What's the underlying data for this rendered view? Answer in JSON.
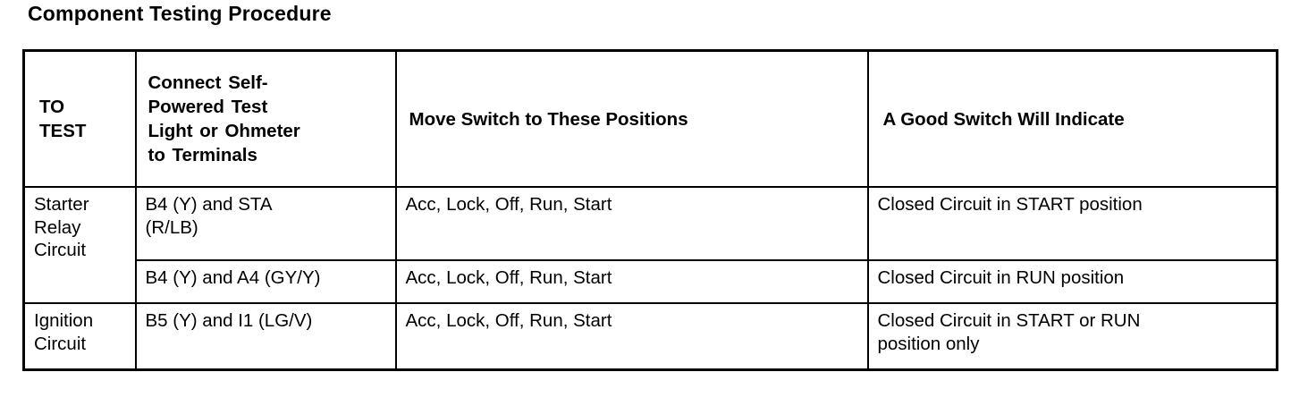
{
  "document": {
    "title": "Component Testing Procedure"
  },
  "table": {
    "headers": [
      "TO\nTEST",
      "Connect Self-\nPowered Test\nLight or Ohmeter\nto Terminals",
      "Move Switch to These Positions",
      "A Good Switch Will Indicate"
    ],
    "rows": [
      {
        "to_test": "Starter\nRelay\nCircuit",
        "to_test_rowspan": 2,
        "terminals": "B4 (Y) and STA\n(R/LB)",
        "positions": "Acc, Lock, Off, Run, Start",
        "indicates": "Closed Circuit in START position"
      },
      {
        "to_test": null,
        "terminals": "B4 (Y) and A4 (GY/Y)",
        "positions": "Acc, Lock, Off, Run, Start",
        "indicates": "Closed Circuit in RUN position"
      },
      {
        "to_test": "Ignition\nCircuit",
        "to_test_rowspan": 1,
        "terminals": "B5 (Y) and I1 (LG/V)",
        "positions": "Acc, Lock, Off, Run, Start",
        "indicates": "Closed Circuit in START or RUN\nposition only"
      }
    ]
  },
  "colors": {
    "background": "#ffffff",
    "text": "#000000",
    "border": "#000000"
  }
}
